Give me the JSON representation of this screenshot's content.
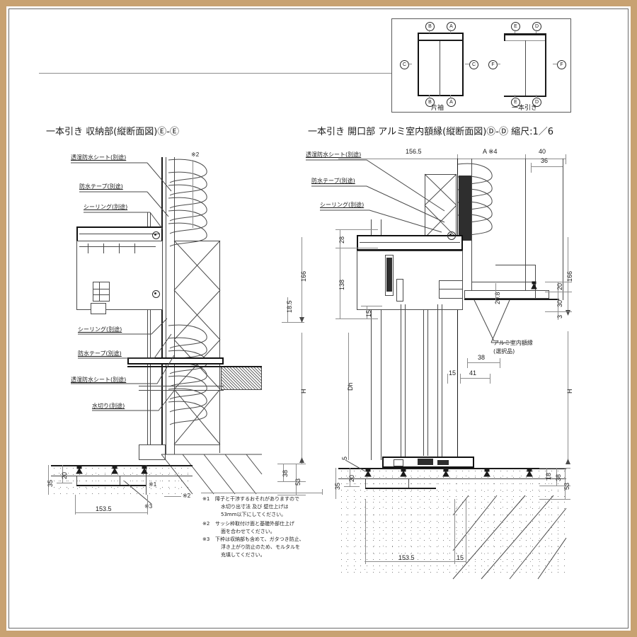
{
  "document": {
    "type": "architectural-section-drawing",
    "sheet_background": "#ffffff",
    "frame_color": "#c8a272"
  },
  "key_plan": {
    "left_unit": {
      "caption": "片袖",
      "top_marks": [
        "Ⓑ",
        "Ⓐ"
      ],
      "bottom_marks": [
        "Ⓑ",
        "Ⓐ"
      ],
      "side_marks": [
        "Ⓒ",
        "Ⓒ"
      ]
    },
    "right_unit": {
      "caption": "一本引き",
      "top_marks": [
        "Ⓔ",
        "Ⓓ"
      ],
      "bottom_marks": [
        "Ⓔ",
        "Ⓓ"
      ],
      "side_marks": [
        "Ⓕ",
        "Ⓕ"
      ]
    }
  },
  "left_drawing": {
    "title": "一本引き 収納部(縦断面図)Ⓔ-Ⓔ",
    "callouts_upper": [
      "透湿防水シート(別途)",
      "防水テープ(別途)",
      "シーリング(別途)"
    ],
    "callouts_lower": [
      "シーリング(別途)",
      "防水テープ(別途)",
      "透湿防水シート(別途)",
      "水切り(別途)"
    ],
    "ref_marks": [
      "※2",
      "※1",
      "※2",
      "※3"
    ],
    "dimensions": {
      "right_166": "166",
      "right_18_5": "18.5",
      "right_H": "H",
      "right_38": "38",
      "right_53": "53",
      "bottom_35": "35",
      "bottom_20": "20",
      "bottom_153_5": "153.5"
    }
  },
  "right_drawing": {
    "title": "一本引き 開口部 アルミ室内額縁(縦断面図)Ⓓ-Ⓓ  縮尺:1／6",
    "callouts_upper": [
      "透湿防水シート(別途)",
      "防水テープ(別途)",
      "シーリング(別途)"
    ],
    "callout_frame": "アルミ室内額縁",
    "callout_frame_sub": "(選択品)",
    "dimensions": {
      "top_156_5": "156.5",
      "top_A4": "A ※4",
      "top_40": "40",
      "top_36": "36",
      "left_28": "28",
      "left_138": "138",
      "left_15": "15",
      "left_Dh": "Dh",
      "left_5": "5",
      "left_35": "35",
      "left_20": "20",
      "right_166": "166",
      "right_20": "20",
      "right_30": "30",
      "right_3": "3",
      "right_H": "H",
      "right_18": "18",
      "right_38": "38",
      "right_53": "53",
      "mid_20_8": "20.8",
      "mid_38": "38",
      "mid_15": "15",
      "mid_41": "41",
      "bottom_153_5": "153.5",
      "bottom_15": "15"
    }
  },
  "notes": [
    {
      "mark": "※1",
      "lines": [
        "障子と干渉するおそれがありますので",
        "水切り出寸法 及び 壁仕上げは",
        "53mm以下にしてください。"
      ]
    },
    {
      "mark": "※2",
      "lines": [
        "サッシ枠取付け面と基礎外部仕上げ",
        "面を合わせてください。"
      ]
    },
    {
      "mark": "※3",
      "lines": [
        "下枠は収納部も含めて、ガタつき防止、",
        "浮き上がり防止のため、モルタルを",
        "充填してください。"
      ]
    }
  ]
}
